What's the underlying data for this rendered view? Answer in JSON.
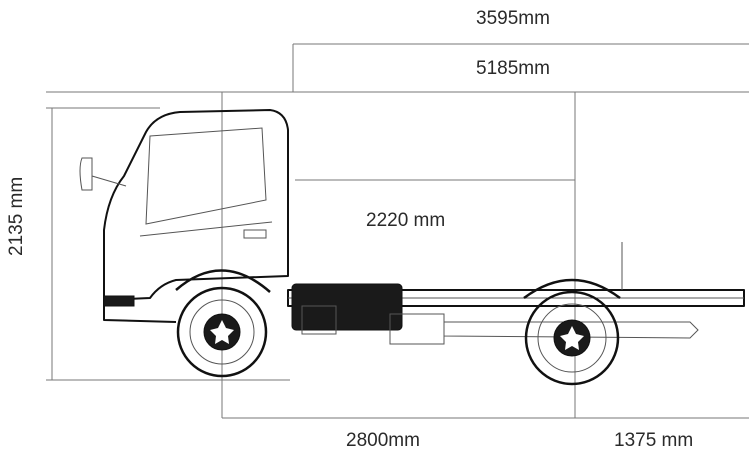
{
  "dimensions": {
    "overall_top": "3595mm",
    "overall_second": "5185mm",
    "body_length": "2220 mm",
    "wheelbase": "2800mm",
    "rear_overhang": "1375 mm",
    "height": "2135 mm"
  },
  "colors": {
    "line": "#111111",
    "dimension_line": "#777777",
    "text": "#2a2a2a",
    "background": "#ffffff"
  }
}
